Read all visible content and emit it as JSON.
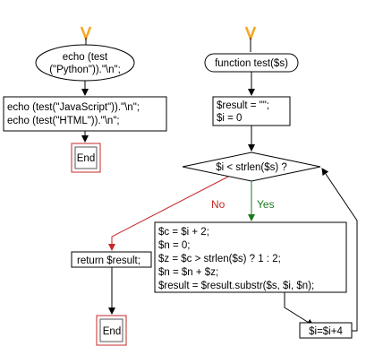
{
  "left_flow": {
    "start_line1": "echo (test",
    "start_line2": "(\"Python\")).\"\\n\";",
    "echo_line1": "echo (test(\"JavaScript\")).\"\\n\";",
    "echo_line2": "echo (test(\"HTML\")).\"\\n\";",
    "end_label": "End"
  },
  "right_flow": {
    "function_label": "function test($s)",
    "init_line1": "$result = \"\";",
    "init_line2": "$i = 0",
    "condition": "$i < strlen($s) ?",
    "yes_label": "Yes",
    "no_label": "No",
    "body_lines": [
      "$c = $i + 2;",
      "$n = 0;",
      "$z = $c > strlen($s) ? 1 : 2;",
      "$n = $n + $z;",
      "$result = $result.substr($s, $i, $n);"
    ],
    "increment": "$i=$i+4",
    "return_label": "return $result;",
    "end_label": "End"
  },
  "colors": {
    "start_arrow": "#f5a623",
    "yes_arrow": "#1e7a1e",
    "no_arrow": "#c62828",
    "end_border": "#c62828",
    "line": "#000000"
  }
}
